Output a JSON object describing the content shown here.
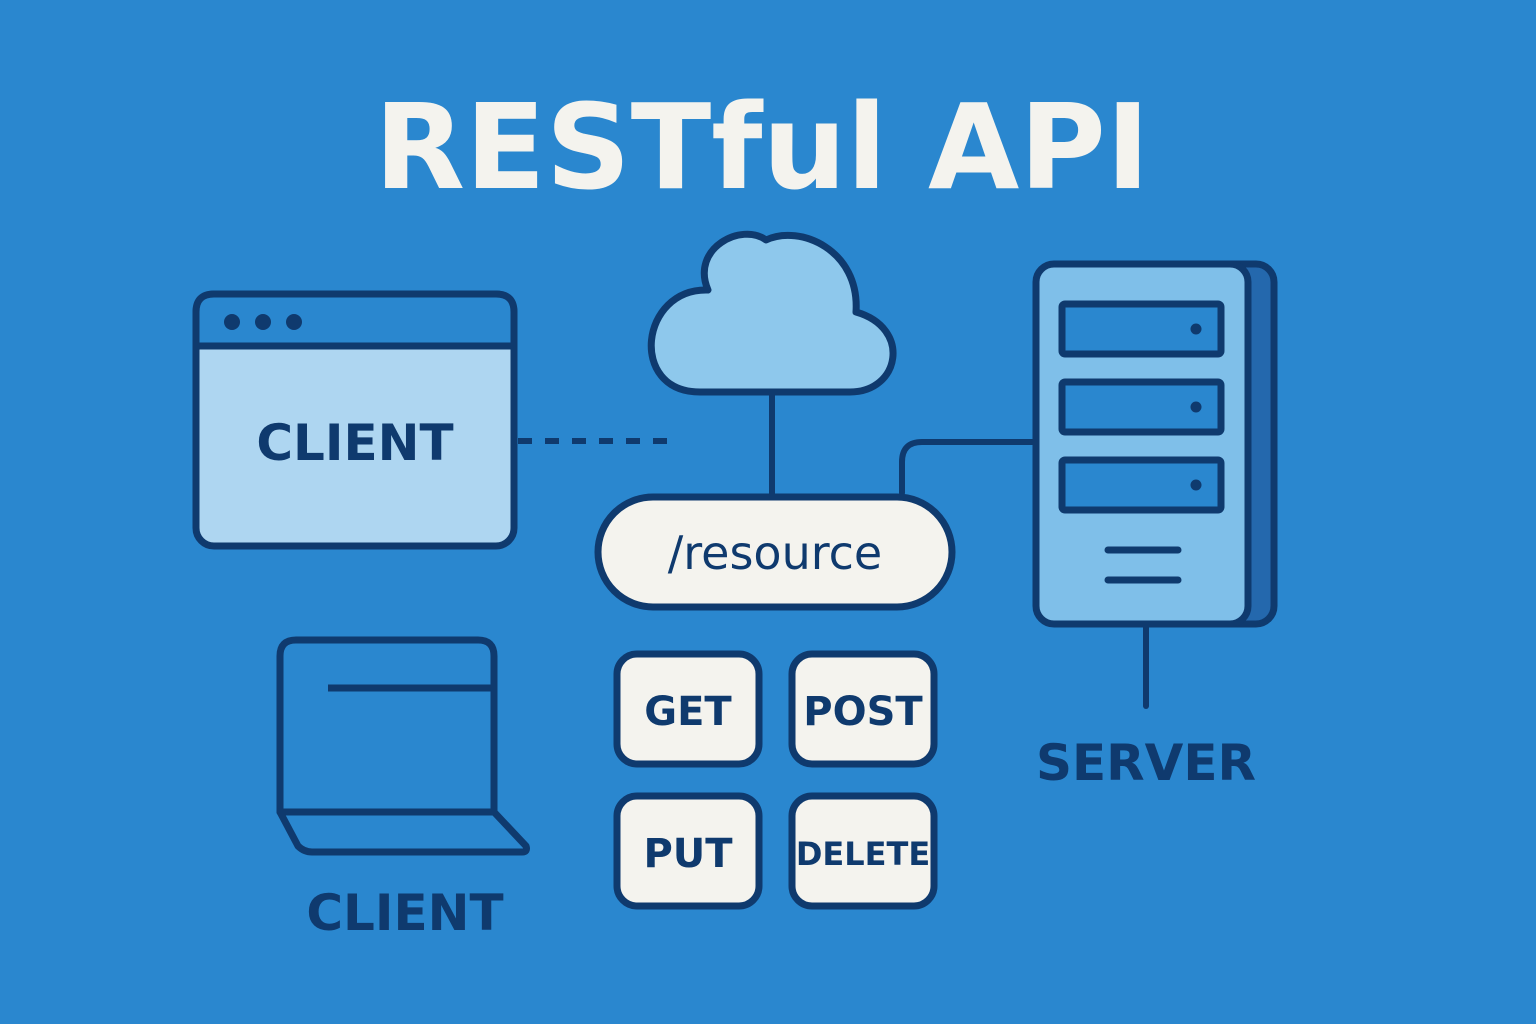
{
  "title": "RESTful API",
  "client_browser": {
    "label": "CLIENT",
    "icon": "browser-window-icon"
  },
  "client_laptop": {
    "label": "CLIENT",
    "icon": "laptop-icon"
  },
  "server": {
    "label": "SERVER",
    "icon": "server-rack-icon"
  },
  "cloud": {
    "icon": "cloud-icon"
  },
  "resource": {
    "label": "/resource"
  },
  "methods": {
    "get": "GET",
    "post": "POST",
    "put": "PUT",
    "delete": "DELETE"
  },
  "colors": {
    "background": "#2a87cf",
    "outline": "#0f3a6e",
    "light_fill": "#aed6f1",
    "cloud_fill": "#8ec8ec",
    "server_fill": "#7fbfe9",
    "pill_fill": "#f4f3ee"
  }
}
